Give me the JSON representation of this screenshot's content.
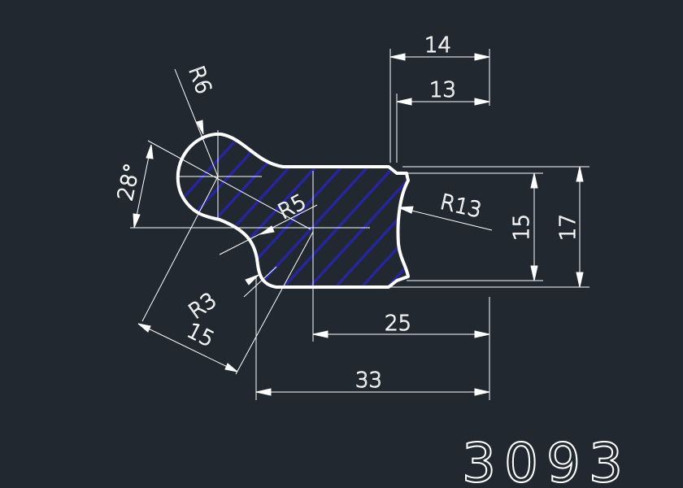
{
  "drawing": {
    "part_number": "3093",
    "colors": {
      "background": "#212830",
      "outline": "#ffffff",
      "hatch": "#26269a"
    },
    "dimensions": {
      "width_top": "14",
      "width_upper": "13",
      "height_inner": "15",
      "height_outer": "17",
      "width_body": "25",
      "width_total": "33",
      "radius_top": "R6",
      "radius_neck": "R5",
      "radius_bottom": "R3",
      "radius_side": "R13",
      "angle": "28°",
      "diagonal": "15"
    }
  }
}
